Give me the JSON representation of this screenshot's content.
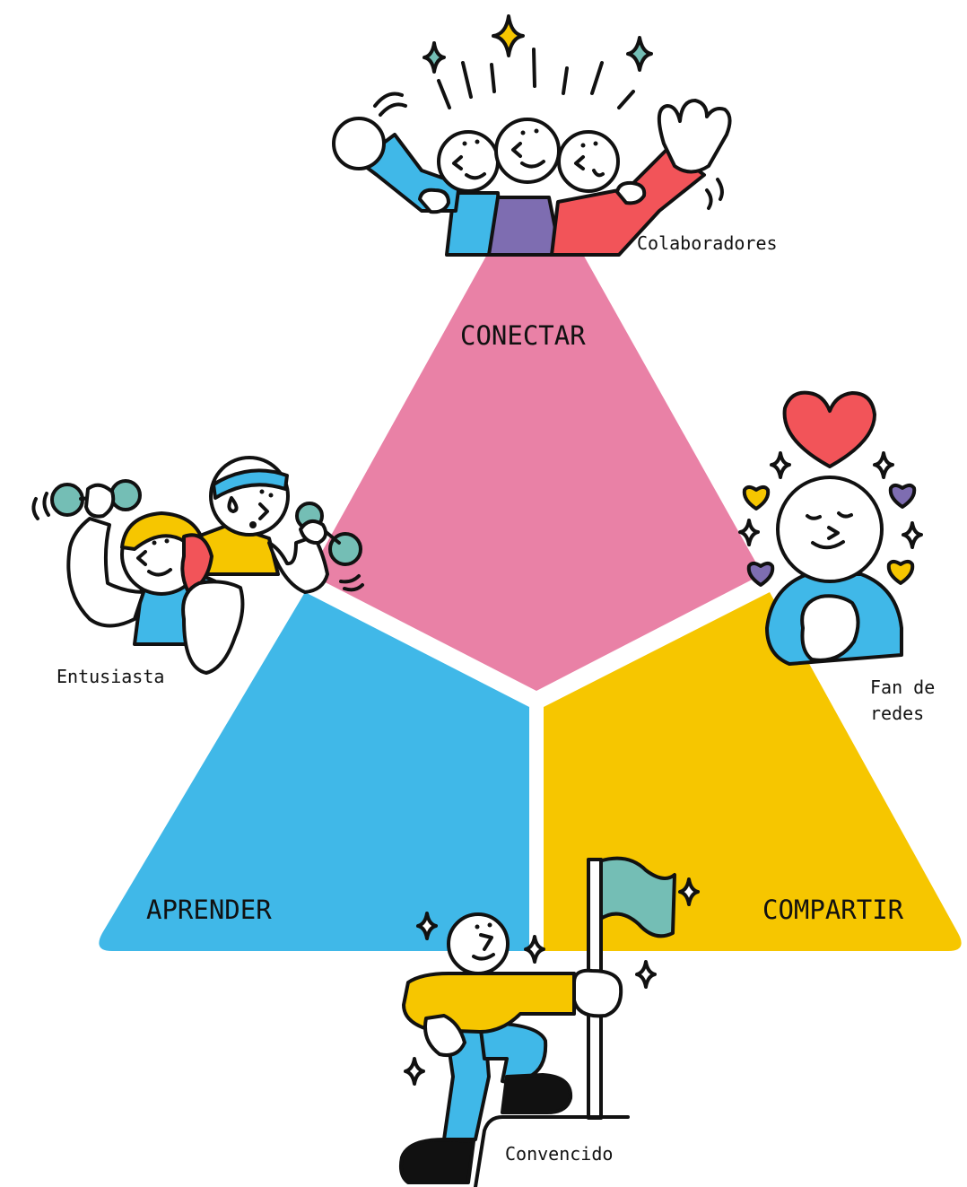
{
  "colors": {
    "connect": "#E981A6",
    "learn": "#40B8E8",
    "share": "#F6C600",
    "ink": "#111111",
    "red": "#F25459",
    "purple": "#7E6DB1",
    "teal": "#74BEB5",
    "yellow": "#F6C600"
  },
  "segments": {
    "connect": "CONECTAR",
    "learn": "APRENDER",
    "share": "COMPARTIR"
  },
  "personas": {
    "collaborators": "Colaboradores",
    "enthusiast": "Entusiasta",
    "social_fan_line1": "Fan de",
    "social_fan_line2": "redes",
    "convinced": "Convencido"
  },
  "icons": {
    "collaborators": "three-cheering-people-icon",
    "enthusiast": "two-people-lifting-dumbbells-icon",
    "social_fan": "person-with-hearts-icon",
    "convinced": "person-with-flag-icon"
  }
}
